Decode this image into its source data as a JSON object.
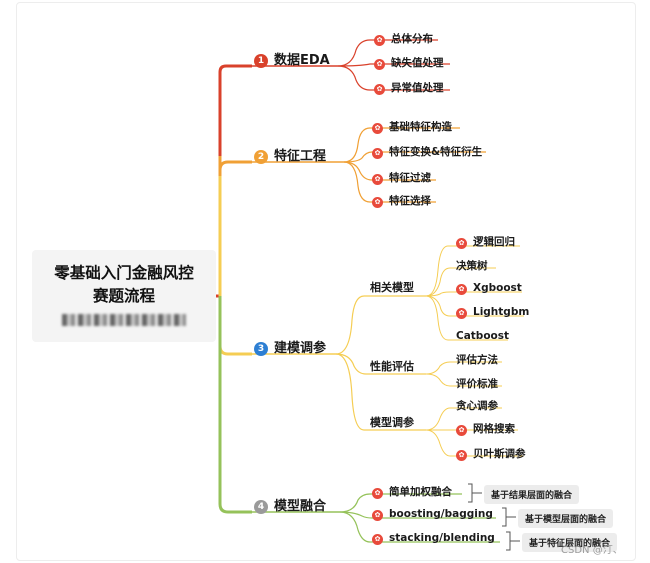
{
  "root": {
    "title_line1": "零基础入门金融风控",
    "title_line2": "赛题流程"
  },
  "colors": {
    "eda": "#d9412b",
    "feature": "#f0a035",
    "model": "#f5cd53",
    "fusion": "#95c25a",
    "badge_model": "#2d7fd3",
    "badge_fusion": "#9a9a9a",
    "star": "#e84a3b",
    "note_bg": "#ececec"
  },
  "branches": [
    {
      "number": "1",
      "label": "数据EDA",
      "items": [
        "总体分布",
        "缺失值处理",
        "异常值处理"
      ]
    },
    {
      "number": "2",
      "label": "特征工程",
      "items": [
        "基础特征构造",
        "特征变换&特征衍生",
        "特征过滤",
        "特征选择"
      ]
    },
    {
      "number": "3",
      "label": "建模调参",
      "groups": [
        {
          "label": "相关模型",
          "items": [
            "逻辑回归",
            "决策树",
            "Xgboost",
            "Lightgbm",
            "Catboost"
          ]
        },
        {
          "label": "性能评估",
          "items": [
            "评估方法",
            "评价标准"
          ]
        },
        {
          "label": "模型调参",
          "items": [
            "贪心调参",
            "网格搜索",
            "贝叶斯调参"
          ]
        }
      ]
    },
    {
      "number": "4",
      "label": "模型融合",
      "items": [
        "简单加权融合",
        "boosting/bagging",
        "stacking/blending"
      ],
      "notes": [
        "基于结果层面的融合",
        "基于模型层面的融合",
        "基于特征层面的融合"
      ]
    }
  ],
  "watermark": "CSDN @汀、"
}
